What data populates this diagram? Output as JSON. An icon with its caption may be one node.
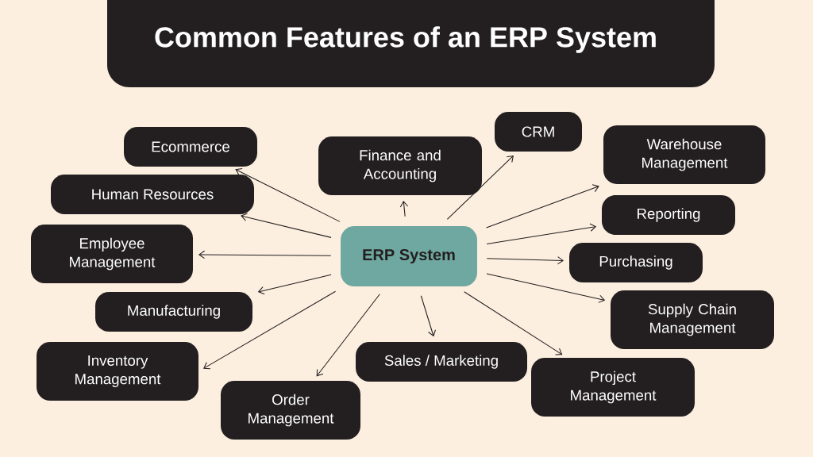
{
  "diagram": {
    "title": "Common Features of an ERP System",
    "nodes": [
      {
        "text": [
          "ERP System"
        ]
      },
      {
        "text": [
          "Ecommerce"
        ]
      },
      {
        "text": [
          "Finance and Accounting"
        ]
      },
      {
        "text": [
          "CRM"
        ]
      },
      {
        "text": [
          "Warehouse Management"
        ]
      },
      {
        "text": [
          "Human Resources"
        ]
      },
      {
        "text": [
          "Reporting"
        ]
      },
      {
        "text": [
          "Employee Management"
        ]
      },
      {
        "text": [
          "Purchasing"
        ]
      },
      {
        "text": [
          "Manufacturing"
        ]
      },
      {
        "text": [
          "Supply Chain Management"
        ]
      },
      {
        "text": [
          "Inventory Management"
        ]
      },
      {
        "text": [
          "Sales / Marketing"
        ]
      },
      {
        "text": [
          "Project Management"
        ]
      },
      {
        "text": [
          "Order Management"
        ]
      }
    ],
    "edges": [
      {
        "from": 0,
        "to": 1,
        "arrow": "to"
      },
      {
        "from": 0,
        "to": 2,
        "arrow": "to"
      },
      {
        "from": 0,
        "to": 3,
        "arrow": "to"
      },
      {
        "from": 0,
        "to": 4,
        "arrow": "to"
      },
      {
        "from": 0,
        "to": 5,
        "arrow": "to"
      },
      {
        "from": 0,
        "to": 6,
        "arrow": "to"
      },
      {
        "from": 0,
        "to": 7,
        "arrow": "to"
      },
      {
        "from": 0,
        "to": 8,
        "arrow": "to"
      },
      {
        "from": 0,
        "to": 9,
        "arrow": "to"
      },
      {
        "from": 0,
        "to": 10,
        "arrow": "to"
      },
      {
        "from": 0,
        "to": 11,
        "arrow": "to"
      },
      {
        "from": 0,
        "to": 12,
        "arrow": "to"
      },
      {
        "from": 0,
        "to": 13,
        "arrow": "to"
      },
      {
        "from": 0,
        "to": 14,
        "arrow": "to"
      }
    ]
  }
}
